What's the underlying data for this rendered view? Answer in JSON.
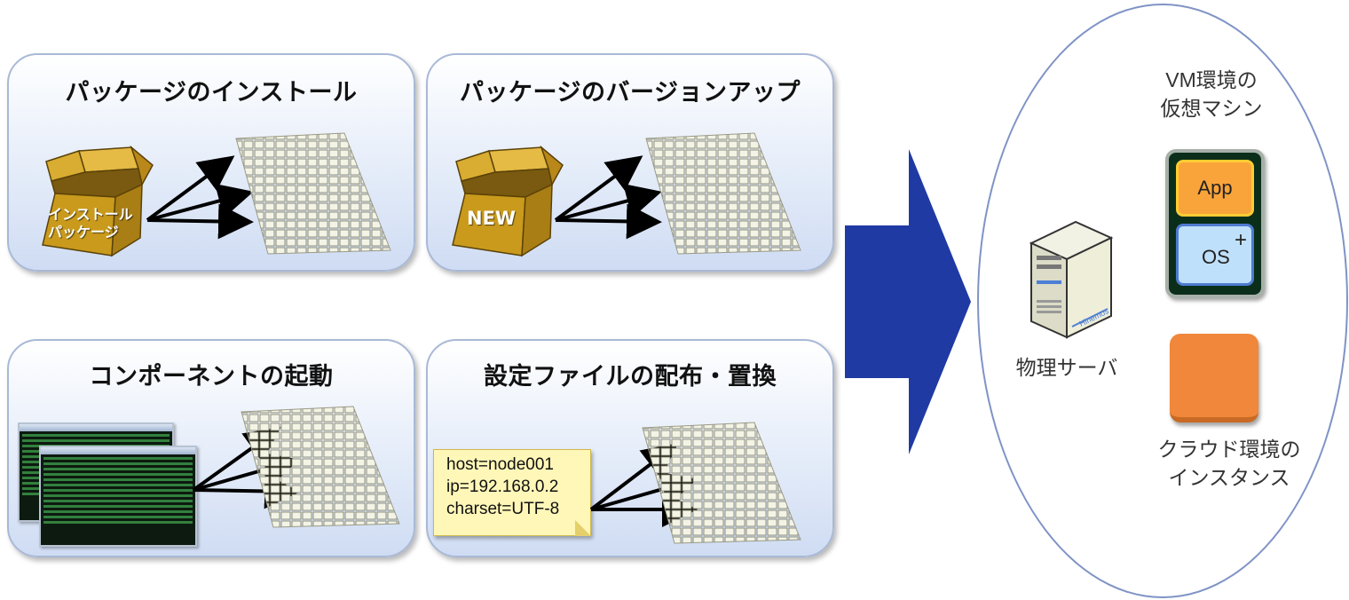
{
  "panels": {
    "install": {
      "title": "パッケージのインストール",
      "box_label_1": "インストール",
      "box_label_2": "パッケージ"
    },
    "upgrade": {
      "title": "パッケージのバージョンアップ",
      "box_label": "NEW"
    },
    "start": {
      "title": "コンポーネントの起動"
    },
    "config": {
      "title": "設定ファイルの配布・置換",
      "note_lines": [
        "host=node001",
        "ip=192.168.0.2",
        "charset=UTF-8"
      ]
    }
  },
  "targets": {
    "vm_label_1": "VM環境の",
    "vm_label_2": "仮想マシン",
    "app_label": "App",
    "os_label": "OS",
    "os_plus": "+",
    "server_label": "物理サーバ",
    "server_brand": "Hinemos",
    "cloud_label_1": "クラウド環境の",
    "cloud_label_2": "インスタンス"
  },
  "colors": {
    "arrow_blue": "#1f3aa3",
    "box_gold": "#c99a1c",
    "cloud_orange": "#f0873a",
    "app_orange": "#f9a43a",
    "os_blue": "#bfe0fb"
  },
  "icons": [
    "cardboard-box-icon",
    "node-grid-icon",
    "terminal-window-icon",
    "sticky-note-icon",
    "server-icon"
  ]
}
